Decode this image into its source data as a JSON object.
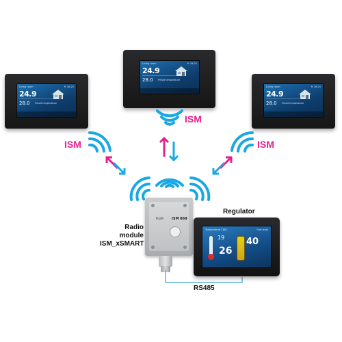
{
  "diagram": {
    "ism_label": "ISM",
    "radio_module_label_line1": "Radio module",
    "radio_module_label_line2": "ISM_xSMART",
    "regulator_label": "Regulator",
    "rs485_label": "RS485"
  },
  "panels": [
    {
      "title": "Living room",
      "time": "Fr 16:25",
      "main_temp": "24.9",
      "preset_temp": "28.0",
      "preset_label": "Preset temperature"
    },
    {
      "title": "Living room",
      "time": "Fr 16:25",
      "main_temp": "24.9",
      "preset_temp": "28.0",
      "preset_label": "Preset temperature"
    },
    {
      "title": "Living room",
      "time": "Fr 16:25",
      "main_temp": "24.9",
      "preset_temp": "28.0",
      "preset_label": "Preset temperature"
    }
  ],
  "module": {
    "brand": "PLUM",
    "model": "ISM 868"
  },
  "regulator": {
    "header_left": "Temperature CWU",
    "header_right": "Fuel level",
    "small_temp": "19",
    "big_temp": "26",
    "fuel_value": "40"
  },
  "colors": {
    "ism_pink": "#e8208c",
    "wifi_blue": "#19a8e3",
    "arrow_blue": "#19a8e3",
    "arrow_pink": "#e8208c"
  }
}
